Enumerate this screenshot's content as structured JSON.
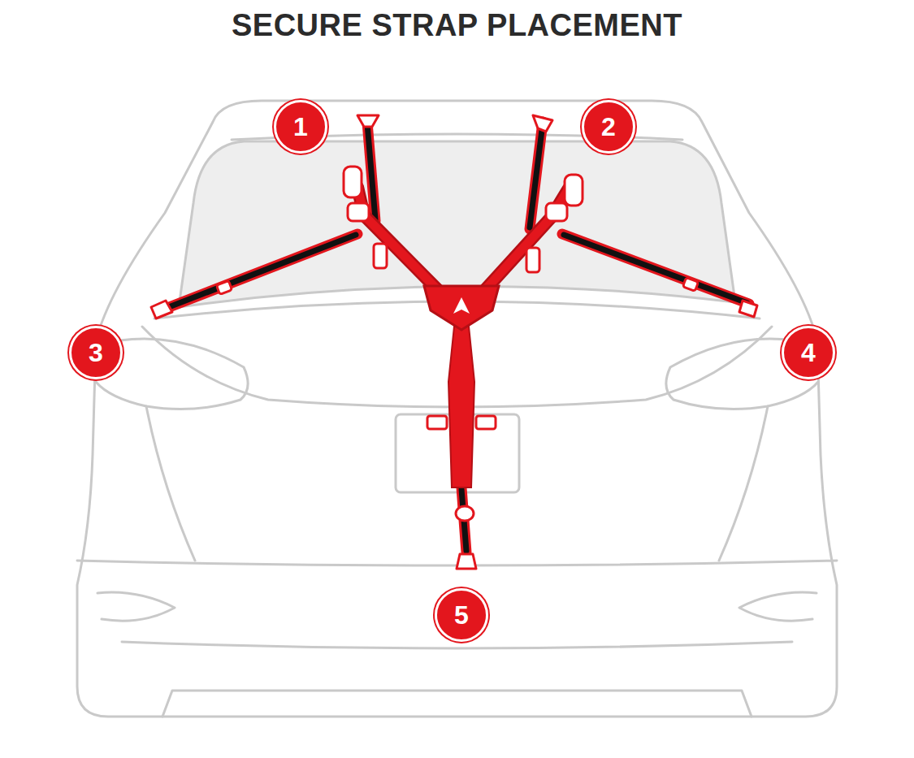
{
  "diagram": {
    "title": "SECURE STRAP PLACEMENT",
    "nodes": [
      {
        "text": [
          "1"
        ]
      },
      {
        "text": [
          "2"
        ]
      },
      {
        "text": [
          "3"
        ]
      },
      {
        "text": [
          "4"
        ]
      },
      {
        "text": [
          "5"
        ]
      }
    ]
  }
}
